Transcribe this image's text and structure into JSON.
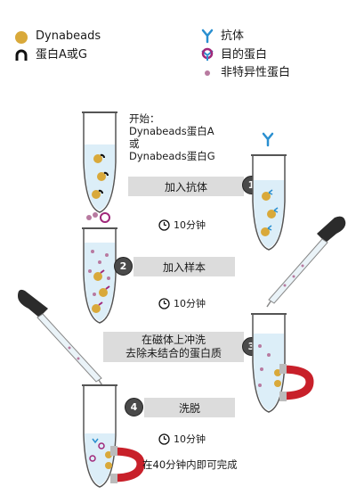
{
  "legend": {
    "dynabeads": "Dynabeads",
    "protein_ag": "蛋白A或G",
    "antibody": "抗体",
    "target_protein": "目的蛋白",
    "nonspecific_protein": "非特异性蛋白"
  },
  "start": {
    "line1": "开始：",
    "line2": "Dynabeads蛋白A",
    "line3": "或",
    "line4": "Dynabeads蛋白G"
  },
  "steps": [
    {
      "number": "1",
      "label": "加入抗体"
    },
    {
      "number": "2",
      "label": "加入样本"
    },
    {
      "number": "3",
      "label_line1": "在磁体上冲洗",
      "label_line2": "去除未结合的蛋白质"
    },
    {
      "number": "4",
      "label": "洗脱"
    }
  ],
  "timers": [
    "10分钟",
    "10分钟",
    "10分钟"
  ],
  "footer": "在40分钟内即可完成",
  "colors": {
    "bead": "#d9a93a",
    "antibody": "#2a8fd0",
    "target": "#a0287a",
    "nonspecific": "#b87aa0",
    "magnet": "#c8202a",
    "bar": "#dcdcdc"
  }
}
